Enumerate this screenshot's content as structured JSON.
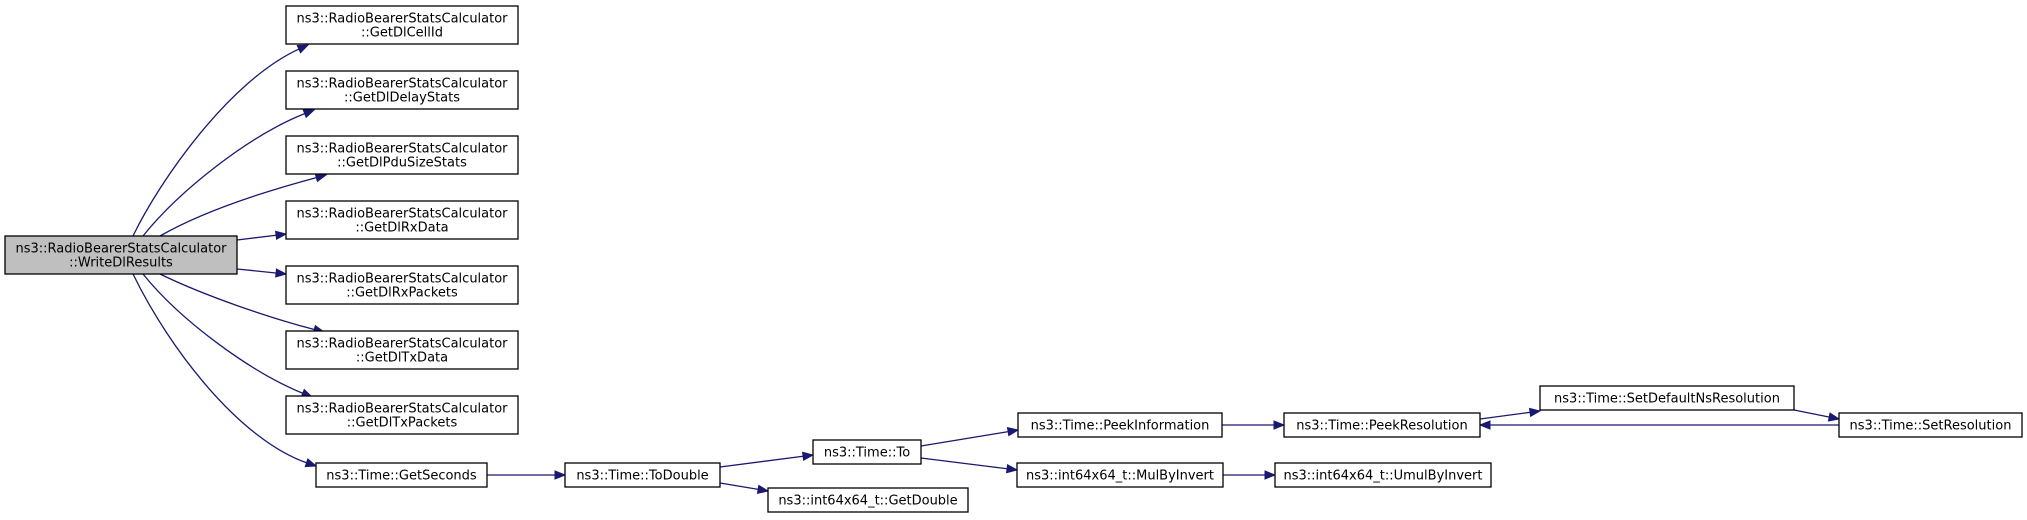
{
  "nodes": [
    {
      "id": "root",
      "lines": [
        "ns3::RadioBearerStatsCalculator",
        "::WriteDlResults"
      ],
      "highlighted": true
    },
    {
      "id": "getdlcellid",
      "lines": [
        "ns3::RadioBearerStatsCalculator",
        "::GetDlCellId"
      ]
    },
    {
      "id": "getdldelaystats",
      "lines": [
        "ns3::RadioBearerStatsCalculator",
        "::GetDlDelayStats"
      ]
    },
    {
      "id": "getdlpdusizestats",
      "lines": [
        "ns3::RadioBearerStatsCalculator",
        "::GetDlPduSizeStats"
      ]
    },
    {
      "id": "getdlrxdata",
      "lines": [
        "ns3::RadioBearerStatsCalculator",
        "::GetDlRxData"
      ]
    },
    {
      "id": "getdlrxpackets",
      "lines": [
        "ns3::RadioBearerStatsCalculator",
        "::GetDlRxPackets"
      ]
    },
    {
      "id": "getdltxdata",
      "lines": [
        "ns3::RadioBearerStatsCalculator",
        "::GetDlTxData"
      ]
    },
    {
      "id": "getdltxpackets",
      "lines": [
        "ns3::RadioBearerStatsCalculator",
        "::GetDlTxPackets"
      ]
    },
    {
      "id": "getseconds",
      "lines": [
        "ns3::Time::GetSeconds"
      ]
    },
    {
      "id": "todouble",
      "lines": [
        "ns3::Time::ToDouble"
      ]
    },
    {
      "id": "to",
      "lines": [
        "ns3::Time::To"
      ]
    },
    {
      "id": "getdouble",
      "lines": [
        "ns3::int64x64_t::GetDouble"
      ]
    },
    {
      "id": "peekinformation",
      "lines": [
        "ns3::Time::PeekInformation"
      ]
    },
    {
      "id": "mulbyinvert",
      "lines": [
        "ns3::int64x64_t::MulByInvert"
      ]
    },
    {
      "id": "peekresolution",
      "lines": [
        "ns3::Time::PeekResolution"
      ]
    },
    {
      "id": "umulbyinvert",
      "lines": [
        "ns3::int64x64_t::UmulByInvert"
      ]
    },
    {
      "id": "setdefaultnsresolution",
      "lines": [
        "ns3::Time::SetDefaultNsResolution"
      ]
    },
    {
      "id": "setresolution",
      "lines": [
        "ns3::Time::SetResolution"
      ]
    }
  ],
  "edges": [
    {
      "from": "root",
      "to": "getdlcellid"
    },
    {
      "from": "root",
      "to": "getdldelaystats"
    },
    {
      "from": "root",
      "to": "getdlpdusizestats"
    },
    {
      "from": "root",
      "to": "getdlrxdata"
    },
    {
      "from": "root",
      "to": "getdlrxpackets"
    },
    {
      "from": "root",
      "to": "getdltxdata"
    },
    {
      "from": "root",
      "to": "getdltxpackets"
    },
    {
      "from": "root",
      "to": "getseconds"
    },
    {
      "from": "getseconds",
      "to": "todouble"
    },
    {
      "from": "todouble",
      "to": "to"
    },
    {
      "from": "todouble",
      "to": "getdouble"
    },
    {
      "from": "to",
      "to": "peekinformation"
    },
    {
      "from": "to",
      "to": "mulbyinvert"
    },
    {
      "from": "peekinformation",
      "to": "peekresolution"
    },
    {
      "from": "mulbyinvert",
      "to": "umulbyinvert"
    },
    {
      "from": "peekresolution",
      "to": "setdefaultnsresolution"
    },
    {
      "from": "setdefaultnsresolution",
      "to": "setresolution"
    },
    {
      "from": "setresolution",
      "to": "peekresolution"
    }
  ],
  "colors": {
    "edge": "#191970",
    "root_fill": "#bfbfbf",
    "node_fill": "#ffffff",
    "node_stroke": "#000000"
  }
}
